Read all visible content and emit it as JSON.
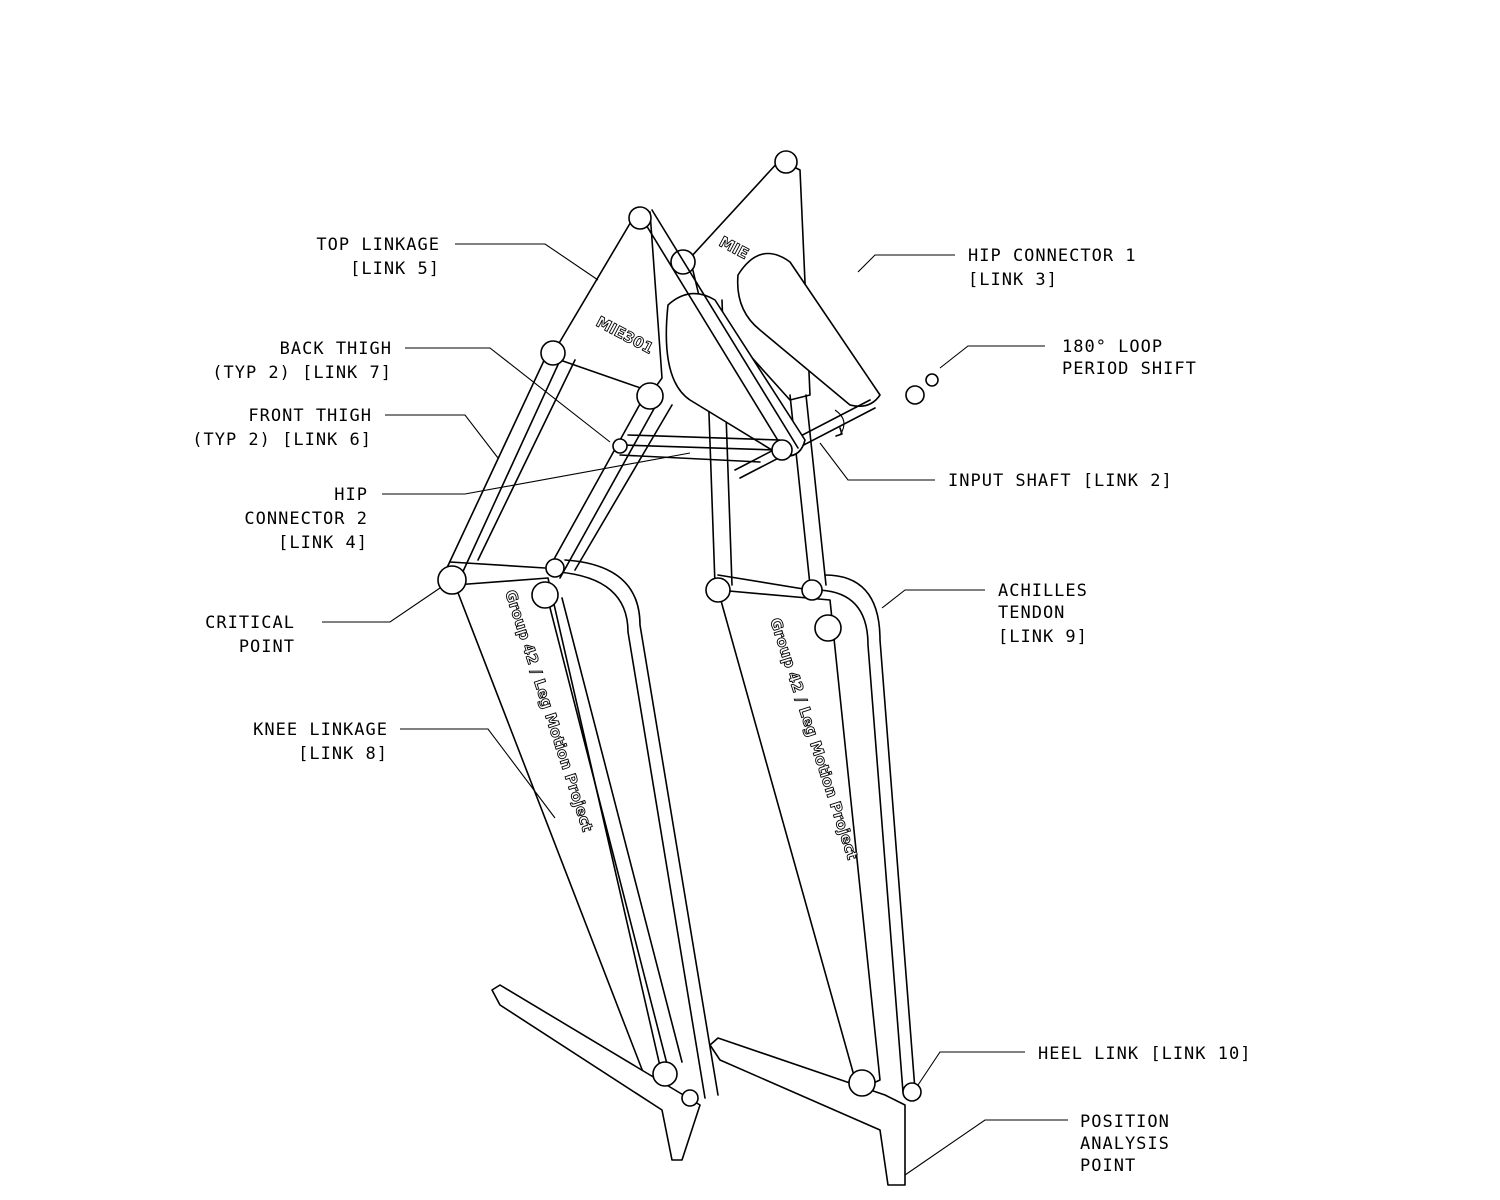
{
  "labels": {
    "top_linkage": [
      "TOP LINKAGE",
      "[LINK 5]"
    ],
    "back_thigh": [
      "BACK THIGH",
      "(TYP 2) [LINK 7]"
    ],
    "front_thigh": [
      "FRONT THIGH",
      "(TYP 2) [LINK 6]"
    ],
    "hip_connector_2": [
      "HIP",
      "CONNECTOR 2",
      "[LINK 4]"
    ],
    "critical_point": [
      "CRITICAL",
      "POINT"
    ],
    "knee_linkage": [
      "KNEE LINKAGE",
      "[LINK 8]"
    ],
    "hip_connector_1": [
      "HIP CONNECTOR 1",
      "[LINK 3]"
    ],
    "loop_shift": [
      "180° LOOP",
      "PERIOD SHIFT"
    ],
    "input_shaft": [
      "INPUT SHAFT [LINK 2]"
    ],
    "achilles": [
      "ACHILLES",
      "TENDON",
      "[LINK 9]"
    ],
    "heel_link": [
      "HEEL LINK [LINK 10]"
    ],
    "position_point": [
      "POSITION",
      "ANALYSIS",
      "POINT"
    ]
  },
  "engravings": {
    "plate_top_left": "MIE301",
    "plate_top_right": "MIE",
    "knee_left": "Group 42 / Leg Motion Project",
    "knee_right": "Group 42 / Leg Motion Project"
  }
}
